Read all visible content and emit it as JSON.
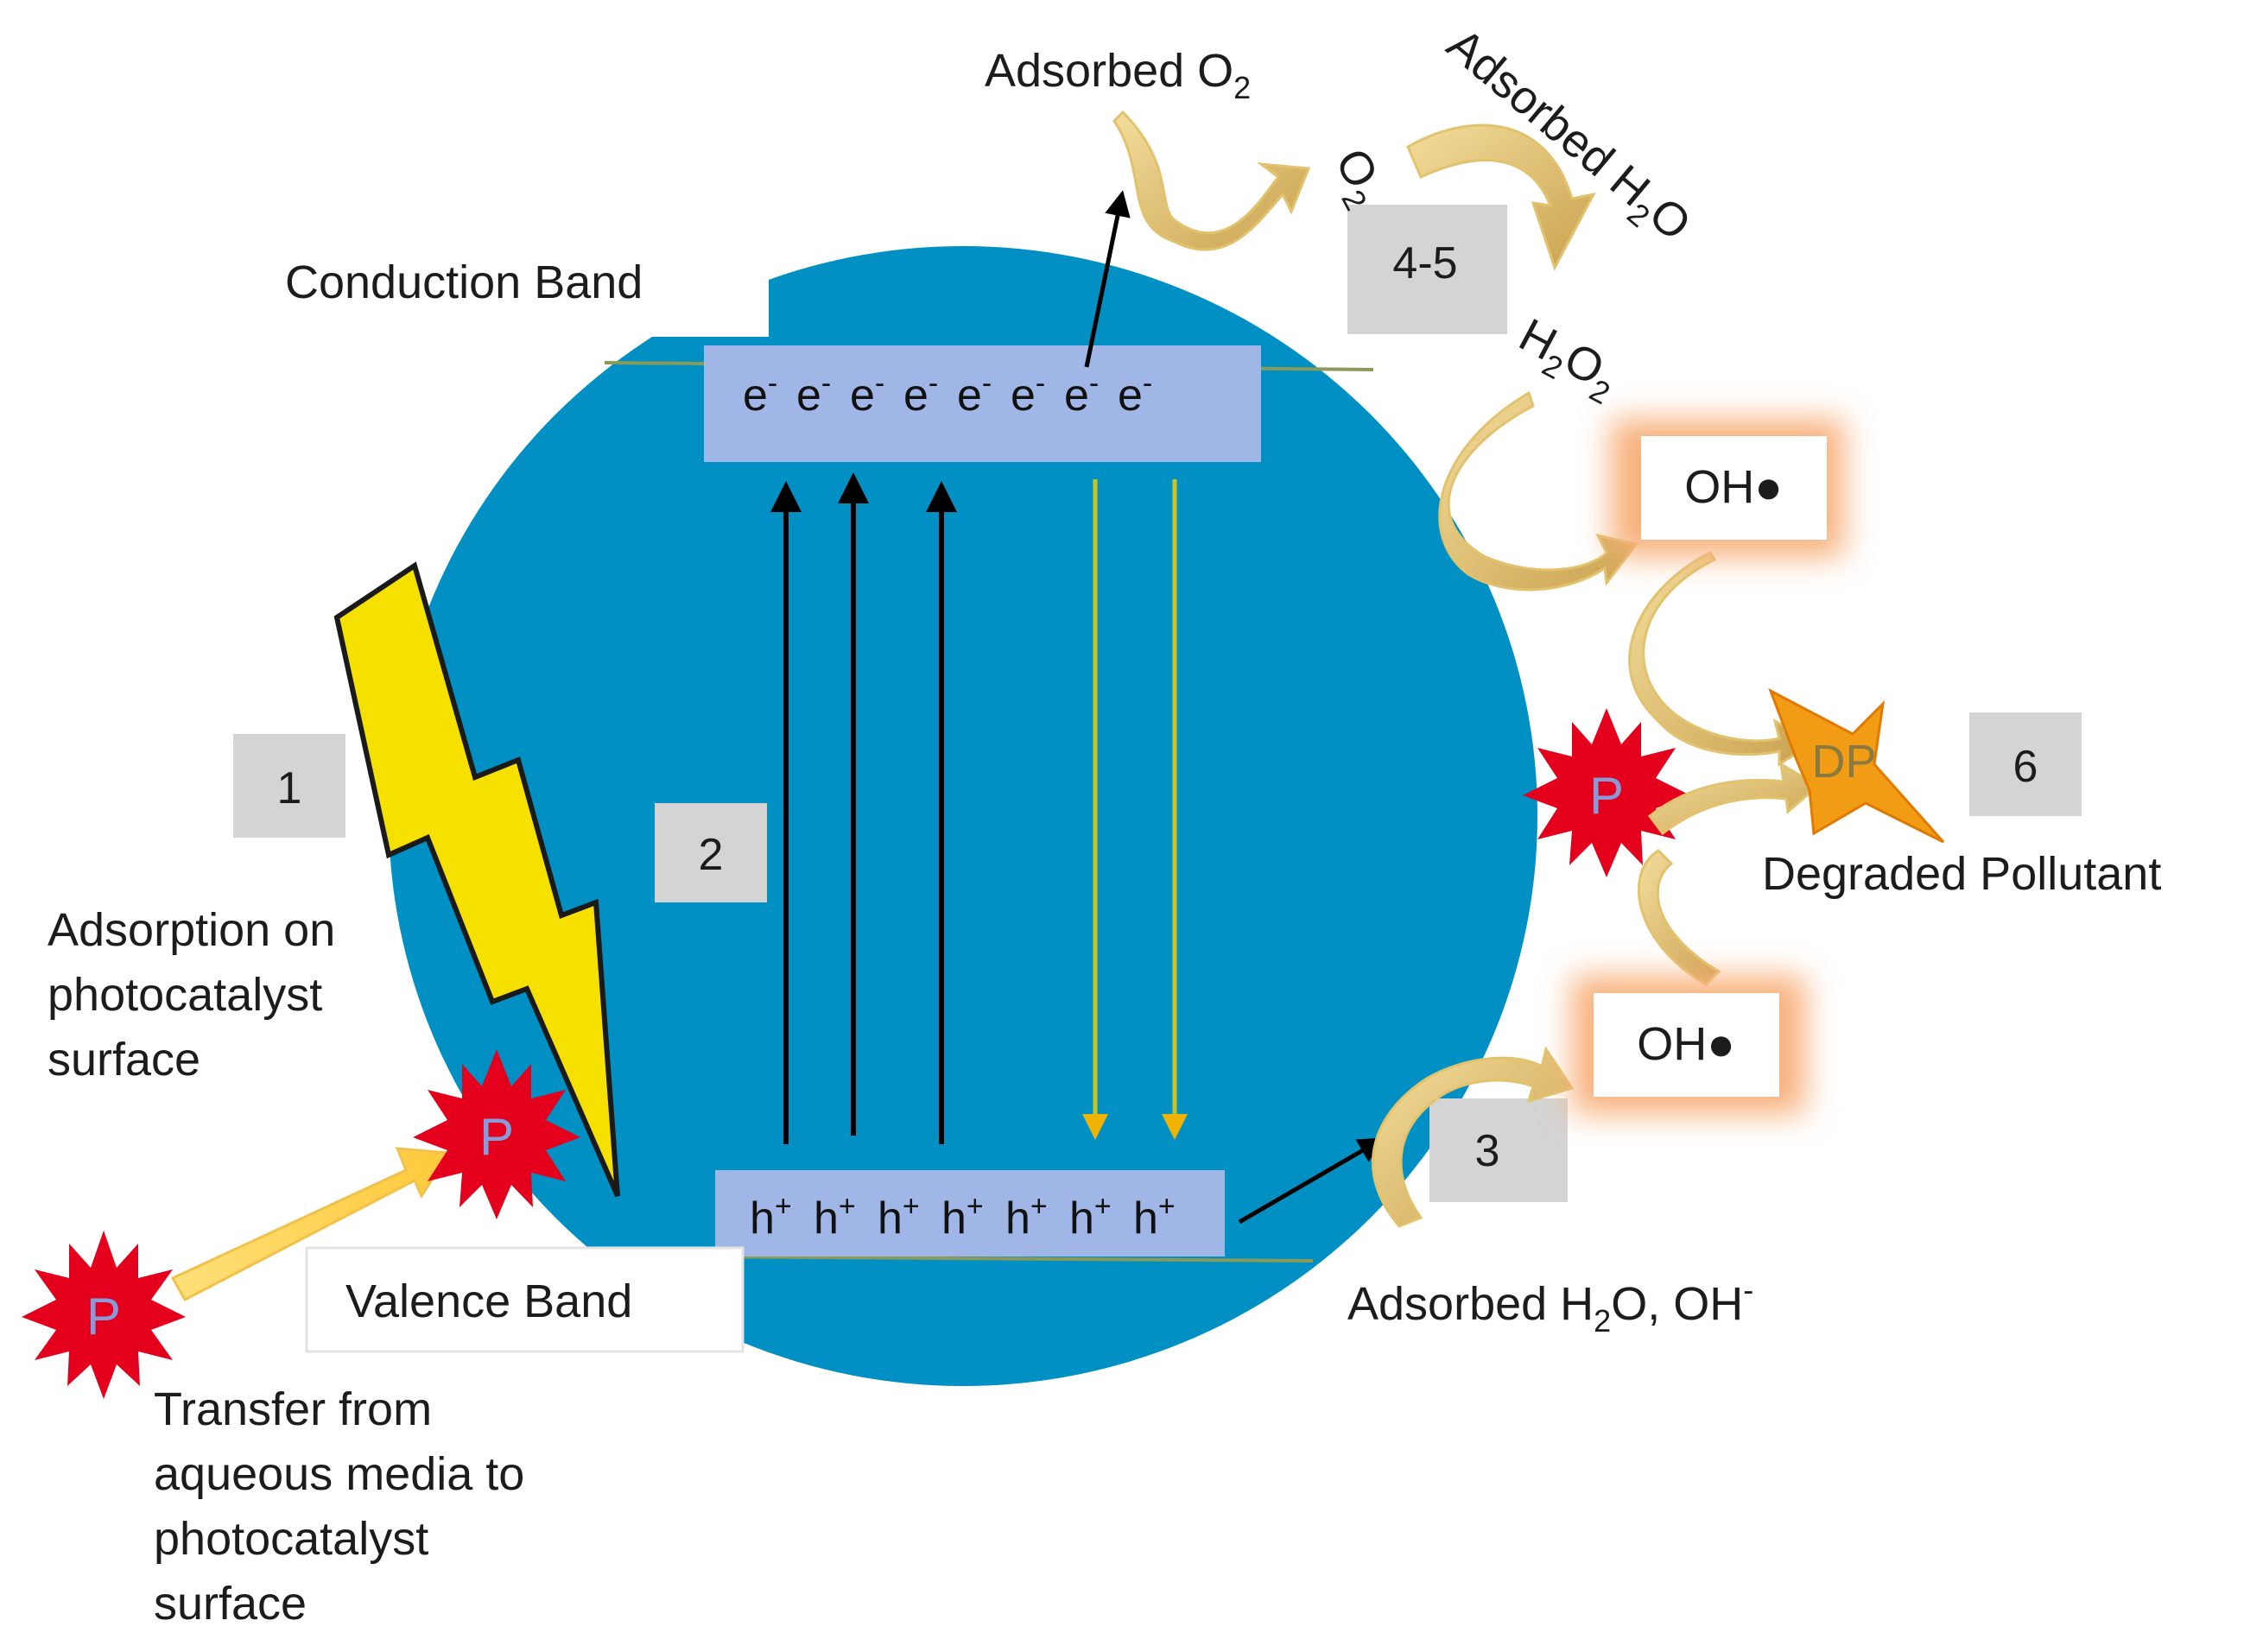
{
  "labels": {
    "conduction_band": "Conduction Band",
    "valence_band": "Valence Band",
    "adsorbed_o2": "Adsorbed O",
    "adsorbed_o2_sub": "2",
    "adsorbed_h2o_curved": {
      "a": "Adsorbed H",
      "sub": "2",
      "b": "O"
    },
    "o2": {
      "a": "O",
      "sub": "2"
    },
    "h2o2": {
      "a": "H",
      "sub1": "2",
      "b": "O",
      "sub2": "2"
    },
    "adsorbed_h2o_oh": {
      "a": "Adsorbed H",
      "sub": "2",
      "b": "O, OH",
      "sup": "-"
    },
    "adsorption": [
      "Adsorption on",
      "photocatalyst",
      "surface"
    ],
    "transfer": [
      "Transfer from",
      "aqueous media to",
      "photocatalyst",
      "surface"
    ],
    "degraded_pollutant": "Degraded Pollutant"
  },
  "electrons": {
    "symbol": "e",
    "sup": "-",
    "count": 8
  },
  "holes": {
    "symbol": "h",
    "sup": "+",
    "count": 7
  },
  "radicals": [
    "OH●",
    "OH●"
  ],
  "pollutant": "P",
  "degraded_symbol": "DP",
  "steps": [
    "1",
    "2",
    "3",
    "4-5",
    "6"
  ],
  "colors": {
    "sphere": "#0190c4",
    "band": "#9fb6e6",
    "step_box": "#d4d4d4",
    "bolt": "#f5e000",
    "curved_arrow": "#d8b364",
    "yellow_arrow": "#ffd24d",
    "star": "#e4001c",
    "glow": "#f7b07a",
    "dp_star": "#f29c16"
  }
}
